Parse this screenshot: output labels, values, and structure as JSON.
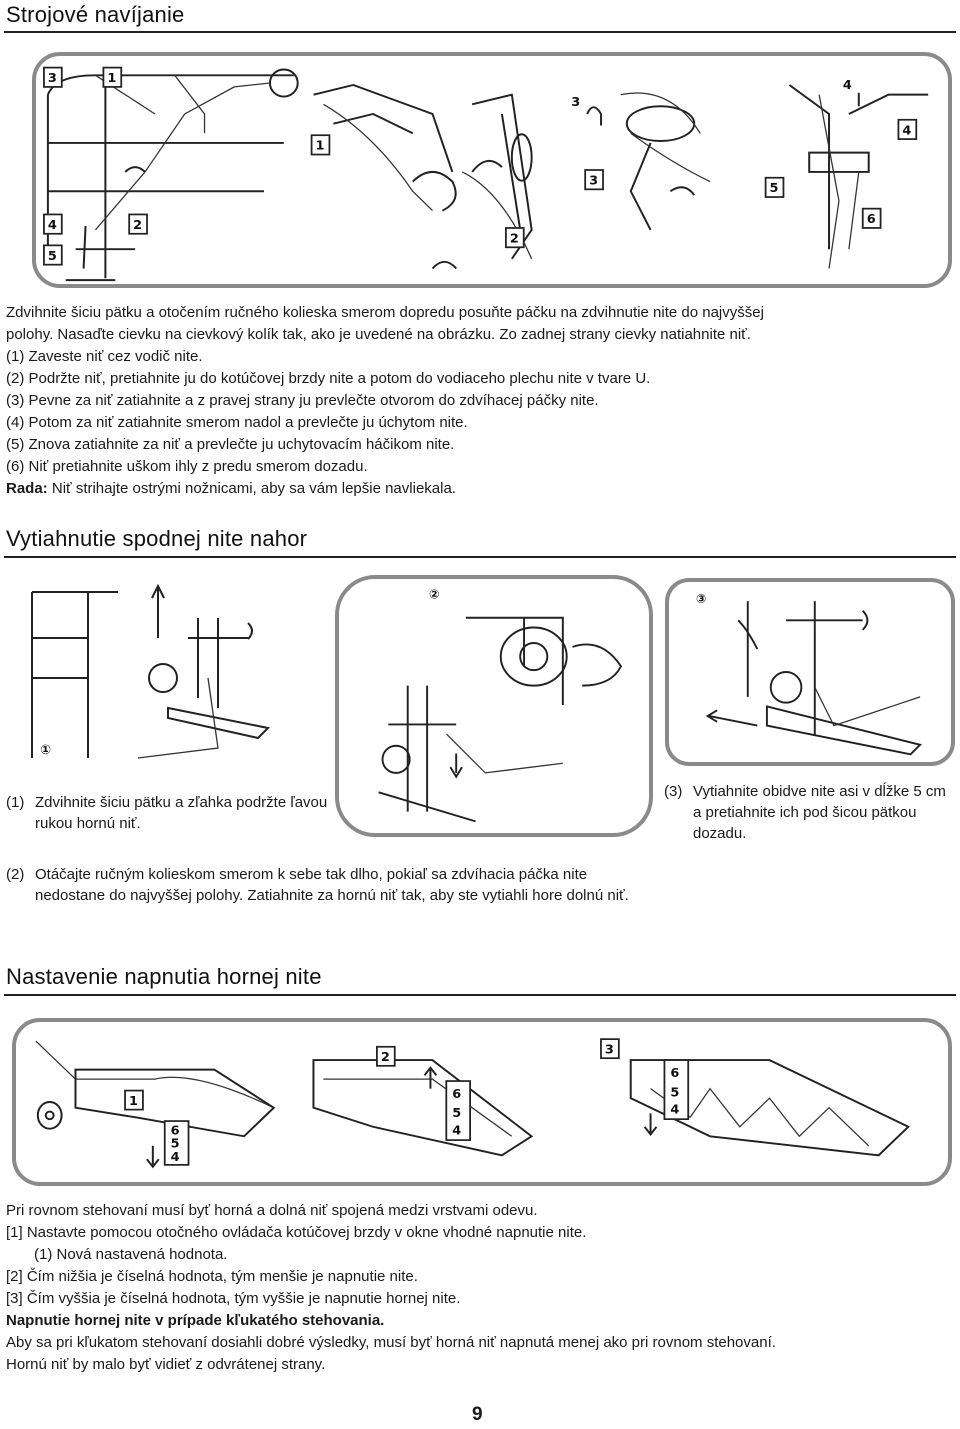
{
  "section1": {
    "title": "Strojové navíjanie",
    "figure": {
      "callouts_a": [
        "3",
        "1",
        "4",
        "2",
        "5"
      ],
      "callouts_b": [
        "1"
      ],
      "callouts_c": [
        "3",
        "2"
      ],
      "callouts_d": [
        "3"
      ],
      "callouts_e": [
        "4",
        "4",
        "5",
        "6"
      ],
      "small_digits": [
        "3",
        "4"
      ]
    },
    "lines": [
      "Zdvihnite šiciu pätku a otočením ručného kolieska smerom dopredu posuňte páčku na zdvihnutie nite do najvyššej",
      "polohy. Nasaďte cievku na cievkový kolík tak, ako je uvedené na obrázku. Zo zadnej strany cievky natiahnite niť.",
      "(1) Zaveste niť cez vodič nite.",
      "(2) Podržte niť, pretiahnite ju do kotúčovej brzdy nite a potom do vodiaceho plechu nite v tvare U.",
      "(3) Pevne za niť zatiahnite a z pravej strany ju prevlečte otvorom do zdvíhacej páčky nite.",
      "(4) Potom za niť zatiahnite smerom nadol a prevlečte ju úchytom nite.",
      "(5) Znova zatiahnite za niť a prevlečte ju uchytovacím háčikom nite.",
      "(6) Niť pretiahnite uškom ihly z predu smerom dozadu."
    ],
    "tip_label": "Rada:",
    "tip_text": " Niť strihajte ostrými nožnicami, aby sa vám lepšie navliekala."
  },
  "section2": {
    "title": "Vytiahnutie spodnej nite nahor",
    "figure_marks": [
      "①",
      "②",
      "③"
    ],
    "step1_num": "(1)",
    "step1_text": "Zdvihnite šiciu pätku a zľahka podržte ľavou rukou hornú niť.",
    "step2_num": "(2)",
    "step2_text": "Otáčajte ručným kolieskom smerom k sebe tak dlho, pokiaľ sa zdvíhacia páčka nite nedostane do najvyššej polohy. Zatiahnite za hornú niť tak, aby ste vytiahli hore dolnú niť.",
    "step3_num": "(3)",
    "step3_text": "Vytiahnite obidve nite asi v dĺžke 5 cm a pretiahnite ich pod šicou pätkou dozadu."
  },
  "section3": {
    "title": "Nastavenie napnutia hornej nite",
    "figure": {
      "callouts": [
        "1",
        "2",
        "3"
      ],
      "dial_digits_a": [
        "6",
        "5",
        "4"
      ],
      "dial_digits_b": [
        "6",
        "5",
        "4"
      ],
      "dial_digits_c": [
        "6",
        "5",
        "4"
      ]
    },
    "lines": [
      "Pri rovnom stehovaní musí byť horná a dolná niť spojená medzi vrstvami odevu.",
      "[1]  Nastavte pomocou otočného ovládača kotúčovej brzdy v okne vhodné napnutie nite.",
      "(1) Nová nastavená hodnota.",
      "[2]  Čím nižšia je číselná hodnota, tým menšie je napnutie nite.",
      "[3]  Čím vyššia je číselná hodnota, tým vyššie je napnutie hornej nite."
    ],
    "bold_line": "Napnutie hornej nite v prípade kľukatého stehovania.",
    "tail_lines": [
      "Aby sa pri kľukatom stehovaní dosiahli dobré výsledky, musí byť horná niť napnutá menej ako pri rovnom stehovaní.",
      "Hornú niť by malo byť vidieť z odvrátenej strany."
    ]
  },
  "page_number": "9"
}
